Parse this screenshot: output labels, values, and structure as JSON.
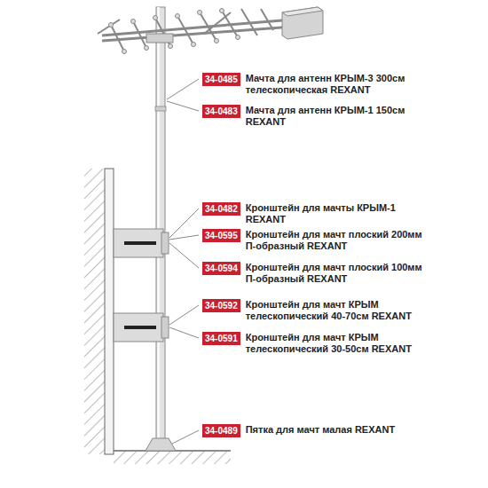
{
  "diagram": {
    "nodes": [
      {
        "text": [
          "34-0485",
          "Мачта для антенн КРЫМ-3 300см телескопическая REXANT"
        ]
      },
      {
        "text": [
          "34-0483",
          "Мачта для антенн КРЫМ-1 150см REXANT"
        ]
      },
      {
        "text": [
          "34-0482",
          "Кронштейн для мачты КРЫМ-1 REXANT"
        ]
      },
      {
        "text": [
          "34-0595",
          "Кронштейн для мачт плоский 200мм П-образный REXANT"
        ]
      },
      {
        "text": [
          "34-0594",
          "Кронштейн для мачт плоский 100мм П-образный REXANT"
        ]
      },
      {
        "text": [
          "34-0592",
          "Кронштейн для мачт КРЫМ телескопический 40-70см REXANT"
        ]
      },
      {
        "text": [
          "34-0591",
          "Кронштейн для мачт КРЫМ телескопический 30-50см REXANT"
        ]
      },
      {
        "text": [
          "34-0489",
          "Пятка для мачт малая REXANT"
        ]
      }
    ]
  }
}
